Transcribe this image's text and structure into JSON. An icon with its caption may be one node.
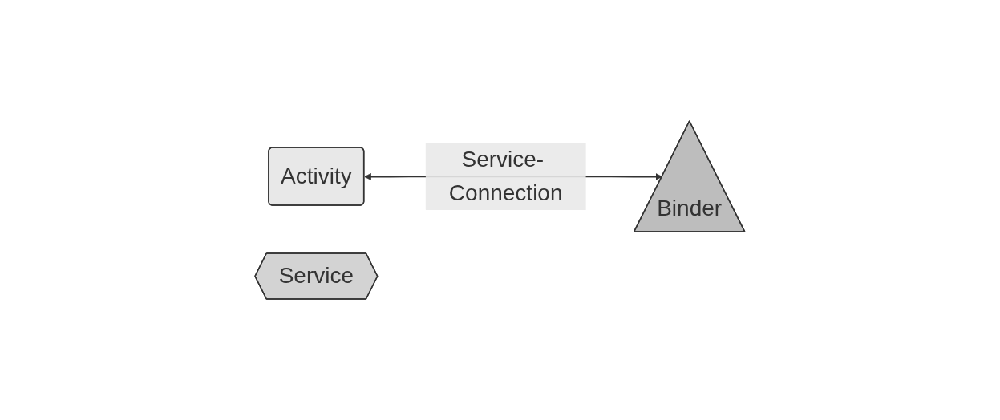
{
  "diagram": {
    "nodes": [
      {
        "text": [
          "Activity"
        ]
      },
      {
        "text": [
          "Binder"
        ]
      },
      {
        "text": [
          "Service"
        ]
      }
    ],
    "edges": [
      {
        "from": 0,
        "to": 1,
        "arrow": "both",
        "label": "Service- Connection"
      }
    ]
  }
}
